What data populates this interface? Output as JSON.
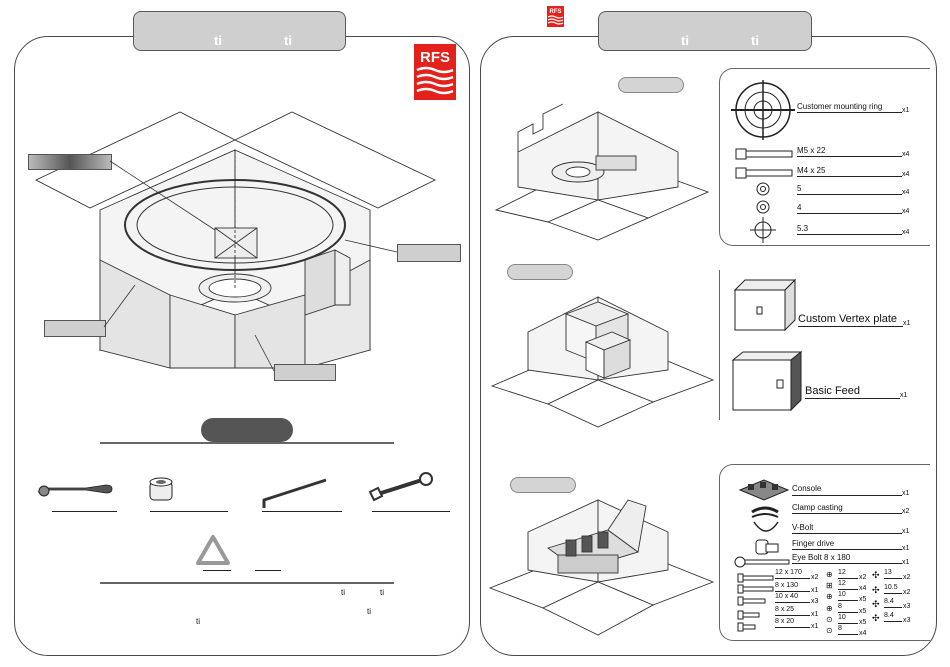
{
  "left": {
    "header_fragments": [
      "ti",
      "ti"
    ],
    "tools_banner": "",
    "warning_fragments": [
      "ti",
      "ti",
      "ti",
      "ti"
    ]
  },
  "right": {
    "header_fragments": [
      "ti",
      "ti"
    ],
    "step1": {
      "items": [
        {
          "label": "Customer mounting ring",
          "qty": "x1"
        },
        {
          "label": "M5 x 22",
          "qty": "x4"
        },
        {
          "label": "M4 x 25",
          "qty": "x4"
        },
        {
          "label": "5",
          "qty": "x4"
        },
        {
          "label": "4",
          "qty": "x4"
        },
        {
          "label": "5.3",
          "qty": "x4"
        }
      ]
    },
    "step2": {
      "items": [
        {
          "label": "Custom Vertex plate",
          "qty": "x1"
        },
        {
          "label": "Basic Feed",
          "qty": "x1"
        }
      ]
    },
    "step3": {
      "items": [
        {
          "label": "Console",
          "qty": "x1"
        },
        {
          "label": "Clamp casting",
          "qty": "x2"
        },
        {
          "label": "V-Bolt",
          "qty": "x1"
        },
        {
          "label": "Finger drive",
          "qty": "x1"
        },
        {
          "label": "Eye Bolt 8 x 180",
          "qty": "x1"
        }
      ],
      "bolts": [
        {
          "label": "12 x 170",
          "qty": "x2"
        },
        {
          "label": "8 x 130",
          "qty": "x1"
        },
        {
          "label": "10 x 40",
          "qty": "x3"
        },
        {
          "label": "8 x 25",
          "qty": "x1"
        },
        {
          "label": "8 x 20",
          "qty": "x1"
        }
      ],
      "nuts": [
        {
          "label": "12",
          "qty": "x2"
        },
        {
          "label": "12",
          "qty": "x4"
        },
        {
          "label": "10",
          "qty": "x5"
        },
        {
          "label": "8",
          "qty": "x5"
        },
        {
          "label": "10",
          "qty": "x5"
        },
        {
          "label": "8",
          "qty": "x4"
        }
      ],
      "washers": [
        {
          "label": "13",
          "qty": "x2"
        },
        {
          "label": "10.5",
          "qty": "x2"
        },
        {
          "label": "8.4",
          "qty": "x3"
        },
        {
          "label": "8.4",
          "qty": "x3"
        }
      ]
    }
  },
  "logo_text": "RFS",
  "colors": {
    "logo_red": "#e3231b",
    "tab_grey": "#cfcfcf",
    "line": "#222222"
  }
}
